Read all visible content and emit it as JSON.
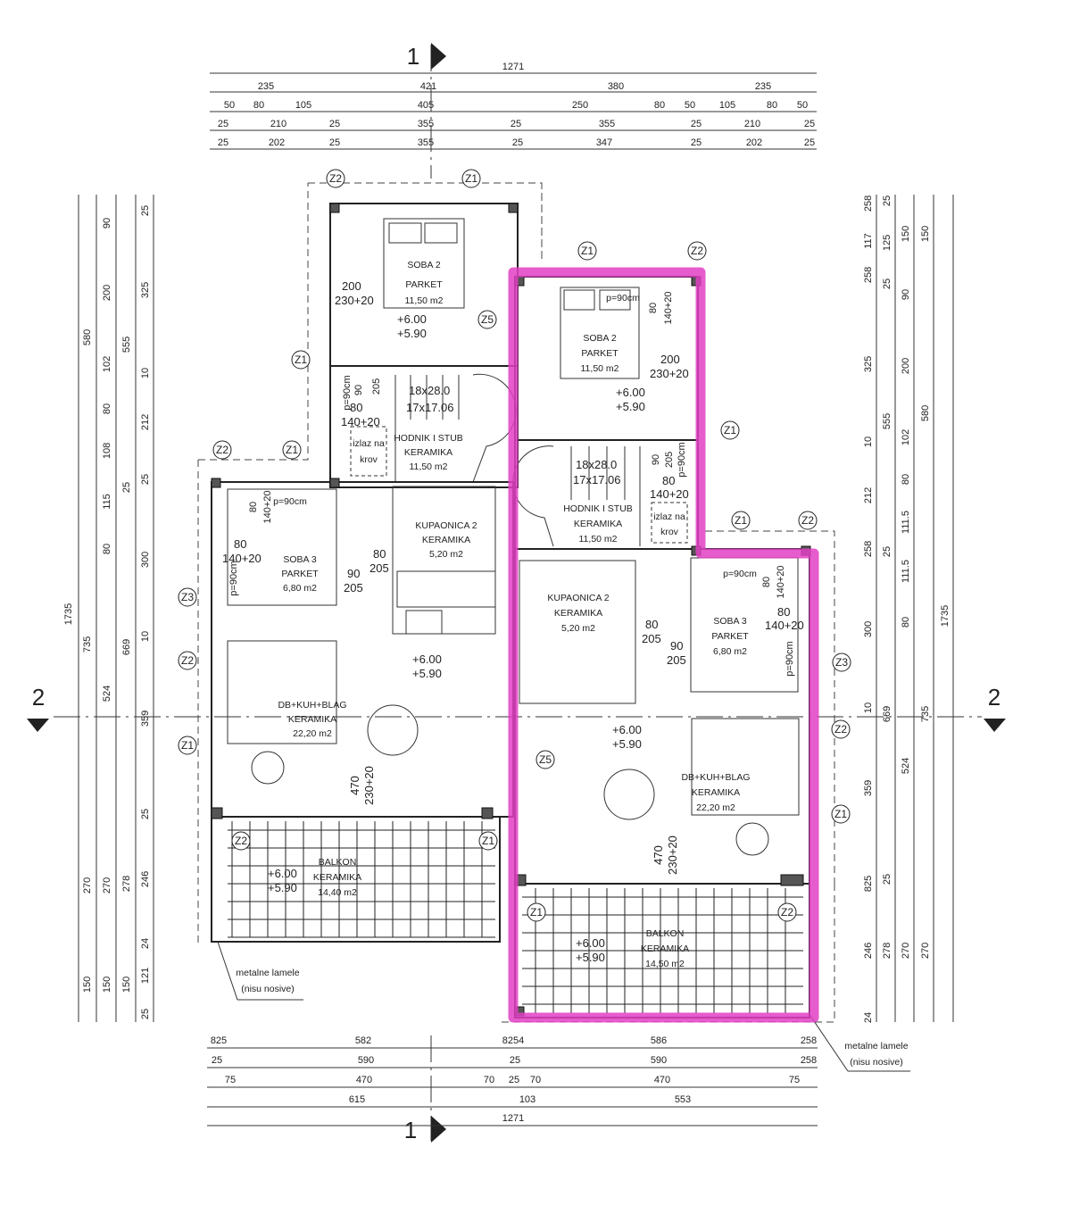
{
  "sections": {
    "top": "1",
    "bottom": "1",
    "left": "2",
    "right": "2"
  },
  "dimensions": {
    "top": [
      [
        "1271"
      ],
      [
        "235",
        "421",
        "380",
        "235"
      ],
      [
        "50",
        "80",
        "105",
        "405",
        "250",
        "80",
        "50",
        "105",
        "80",
        "50"
      ],
      [
        "25",
        "210",
        "25",
        "355",
        "25",
        "355",
        "25",
        "210",
        "25"
      ],
      [
        "25",
        "202",
        "25",
        "355",
        "25",
        "347",
        "25",
        "202",
        "25"
      ]
    ],
    "bottom": [
      [
        "825",
        "582",
        "8254",
        "586",
        "258"
      ],
      [
        "25",
        "590",
        "25",
        "590",
        "258"
      ],
      [
        "75",
        "470",
        "70",
        "25",
        "70",
        "470",
        "75"
      ],
      [
        "615",
        "103",
        "553"
      ],
      [
        "1271"
      ]
    ],
    "left": [
      [
        "1735"
      ],
      [
        "580",
        "735",
        "270",
        "150"
      ],
      [
        "90",
        "200",
        "102",
        "80",
        "108",
        "115",
        "80",
        "524",
        "270",
        "150"
      ],
      [
        "555",
        "25",
        "669",
        "278",
        "150"
      ],
      [
        "25",
        "325",
        "10",
        "212",
        "25",
        "300",
        "10",
        "359",
        "25",
        "246",
        "24",
        "121",
        "25"
      ]
    ],
    "right": [
      [
        "258",
        "117",
        "258",
        "325",
        "10",
        "212",
        "258",
        "300",
        "10",
        "359",
        "825",
        "246",
        "24"
      ],
      [
        "25",
        "125",
        "25",
        "555",
        "25",
        "669",
        "25",
        "278"
      ],
      [
        "150",
        "90",
        "200",
        "102",
        "80",
        "111.5",
        "111.5",
        "80",
        "524",
        "270"
      ],
      [
        "150",
        "580",
        "735",
        "270"
      ],
      [
        "1735"
      ]
    ]
  },
  "left_unit": {
    "soba2": {
      "name": "SOBA 2",
      "floor": "PARKET",
      "area": "11,50 m2",
      "dim_a": "200",
      "dim_b": "230+20"
    },
    "level_soba2": {
      "top": "+6.00",
      "bottom": "+5.90"
    },
    "stairs": {
      "steps_a": "18x28.0",
      "steps_b": "17x17.06",
      "name": "HODNIK I STUB",
      "floor": "KERAMIKA",
      "area": "11,50 m2"
    },
    "stair_window": {
      "p": "p=90cm",
      "a": "90",
      "b": "205",
      "c": "80",
      "d": "140+20"
    },
    "roof_exit": {
      "line1": "izlaz na",
      "line2": "krov"
    },
    "soba3": {
      "name": "SOBA 3",
      "floor": "PARKET",
      "area": "6,80 m2",
      "win_p": "p=90cm",
      "win_a": "80",
      "win_b": "140+20",
      "win2_a": "80",
      "win2_b": "140+20",
      "win3_p": "p=90cm"
    },
    "kupaonica": {
      "name": "KUPAONICA 2",
      "floor": "KERAMIKA",
      "area": "5,20 m2"
    },
    "door_kup": {
      "a": "80",
      "b": "205"
    },
    "door_soba3": {
      "a": "90",
      "b": "205"
    },
    "level_living": {
      "top": "+6.00",
      "bottom": "+5.90"
    },
    "living": {
      "name": "DB+KUH+BLAG",
      "floor": "KERAMIKA",
      "area": "22,20 m2",
      "dim_a": "470",
      "dim_b": "230+20"
    },
    "balkon": {
      "name": "BALKON",
      "floor": "KERAMIKA",
      "area": "14,40 m2"
    },
    "level_balkon": {
      "top": "+6.00",
      "bottom": "+5.90"
    },
    "note": {
      "line1": "metalne lamele",
      "line2": "(nisu nosive)"
    }
  },
  "right_unit": {
    "soba2": {
      "name": "SOBA 2",
      "floor": "PARKET",
      "area": "11,50 m2",
      "dim_a": "200",
      "dim_b": "230+20",
      "win_p": "p=90cm",
      "win_a": "80",
      "win_b": "140+20"
    },
    "level_soba2": {
      "top": "+6.00",
      "bottom": "+5.90"
    },
    "stairs": {
      "steps_a": "18x28.0",
      "steps_b": "17x17.06",
      "name": "HODNIK I STUB",
      "floor": "KERAMIKA",
      "area": "11,50 m2"
    },
    "stair_window": {
      "p": "p=90cm",
      "a": "90",
      "b": "205",
      "c": "80",
      "d": "140+20"
    },
    "roof_exit": {
      "line1": "izlaz na",
      "line2": "krov"
    },
    "kupaonica": {
      "name": "KUPAONICA 2",
      "floor": "KERAMIKA",
      "area": "5,20 m2"
    },
    "door_kup": {
      "a": "80",
      "b": "205"
    },
    "door_soba3": {
      "a": "90",
      "b": "205"
    },
    "soba3": {
      "name": "SOBA 3",
      "floor": "PARKET",
      "area": "6,80 m2",
      "win_p": "p=90cm",
      "win_a": "80",
      "win_b": "140+20",
      "win2_a": "80",
      "win2_b": "140+20",
      "win3_p": "p=90cm"
    },
    "level_living": {
      "top": "+6.00",
      "bottom": "+5.90"
    },
    "living": {
      "name": "DB+KUH+BLAG",
      "floor": "KERAMIKA",
      "area": "22,20 m2",
      "dim_a": "470",
      "dim_b": "230+20"
    },
    "balkon": {
      "name": "BALKON",
      "floor": "KERAMIKA",
      "area": "14,50 m2"
    },
    "level_balkon": {
      "top": "+6.00",
      "bottom": "+5.90"
    },
    "note": {
      "line1": "metalne lamele",
      "line2": "(nisu nosive)"
    }
  },
  "markers": [
    "Z2",
    "Z1",
    "Z1",
    "Z2",
    "Z5",
    "Z1",
    "Z1",
    "Z2",
    "Z1",
    "Z1",
    "Z2",
    "Z3",
    "Z3",
    "Z2",
    "Z2",
    "Z1",
    "Z5",
    "Z1",
    "Z2",
    "Z1",
    "Z1",
    "Z2"
  ],
  "colors": {
    "highlight": "#e23fc4",
    "line": "#222222"
  }
}
